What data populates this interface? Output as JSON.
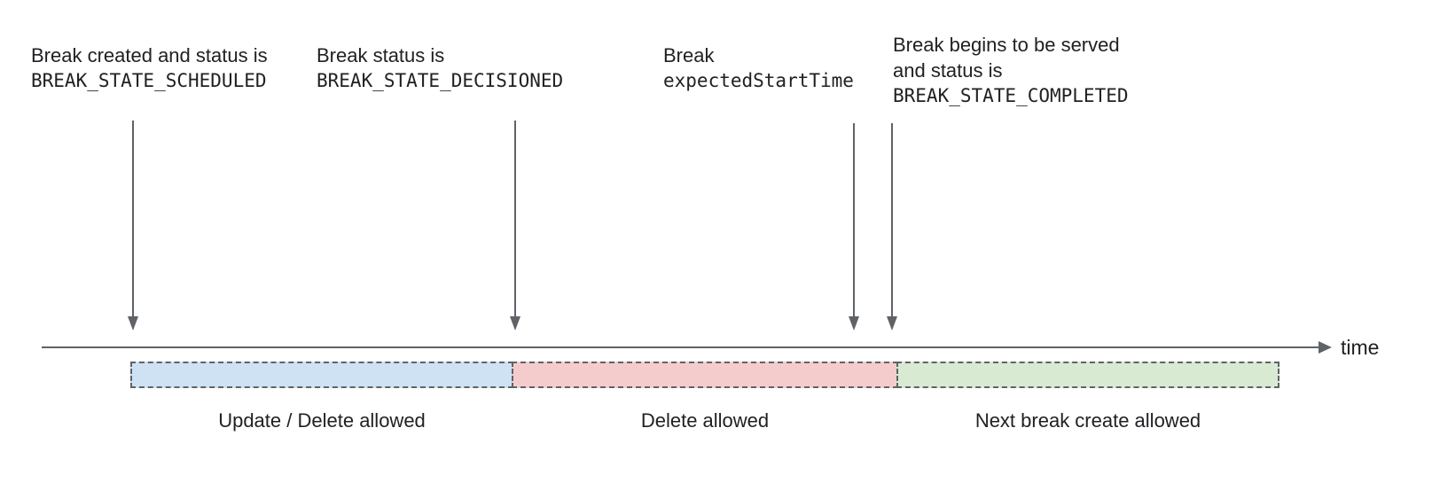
{
  "diagram": {
    "annotations": [
      {
        "lines": [
          {
            "text": "Break created and status is"
          },
          {
            "text": "BREAK_STATE_SCHEDULED"
          }
        ]
      },
      {
        "lines": [
          {
            "text": "Break status is"
          },
          {
            "text": "BREAK_STATE_DECISIONED"
          }
        ]
      },
      {
        "lines": [
          {
            "text": "Break"
          },
          {
            "text": "expectedStartTime"
          }
        ]
      },
      {
        "lines": [
          {
            "text": "Break begins to be served"
          },
          {
            "text": "and status is"
          },
          {
            "text": "BREAK_STATE_COMPLETED"
          }
        ]
      }
    ],
    "timeline": {
      "axis_label": "time"
    },
    "segments": [
      {
        "label": "Update / Delete allowed",
        "fill": "#cfe2f3"
      },
      {
        "label": "Delete allowed",
        "fill": "#f4cccc"
      },
      {
        "label": "Next break create allowed",
        "fill": "#d9ead3"
      }
    ],
    "colors": {
      "arrow": "#5f6368",
      "segment_border": "#5f6368",
      "text": "#202124"
    }
  }
}
